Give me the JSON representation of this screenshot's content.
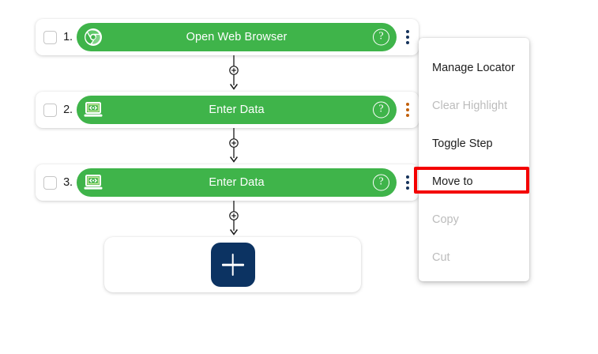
{
  "colors": {
    "step_green": "#3fb44a",
    "add_button_navy": "#0c3362",
    "highlight_red": "#f40000",
    "menu_text": "#1e1e1e",
    "menu_text_disabled": "#bcbcbc",
    "kebab_navy": "#15325b",
    "kebab_orange": "#c2600c"
  },
  "steps": [
    {
      "number": "1.",
      "label": "Open Web Browser",
      "icon": "chrome-browser-icon",
      "help_glyph": "?",
      "checked": false
    },
    {
      "number": "2.",
      "label": "Enter Data",
      "icon": "laptop-code-icon",
      "help_glyph": "?",
      "checked": false
    },
    {
      "number": "3.",
      "label": "Enter Data",
      "icon": "laptop-code-icon",
      "help_glyph": "?",
      "checked": false
    }
  ],
  "connectors": [
    {
      "icon": "add-step-between-icon"
    },
    {
      "icon": "add-step-between-icon"
    },
    {
      "icon": "add-step-between-icon"
    }
  ],
  "add_step": {
    "icon": "plus-icon",
    "label": "+"
  },
  "context_menu": {
    "items": [
      {
        "label": "Manage Locator",
        "disabled": false,
        "highlighted": false
      },
      {
        "label": "Clear Highlight",
        "disabled": true,
        "highlighted": false
      },
      {
        "label": "Toggle Step",
        "disabled": false,
        "highlighted": false
      },
      {
        "label": "Move to",
        "disabled": false,
        "highlighted": true
      },
      {
        "label": "Copy",
        "disabled": true,
        "highlighted": false
      },
      {
        "label": "Cut",
        "disabled": true,
        "highlighted": false
      }
    ]
  }
}
